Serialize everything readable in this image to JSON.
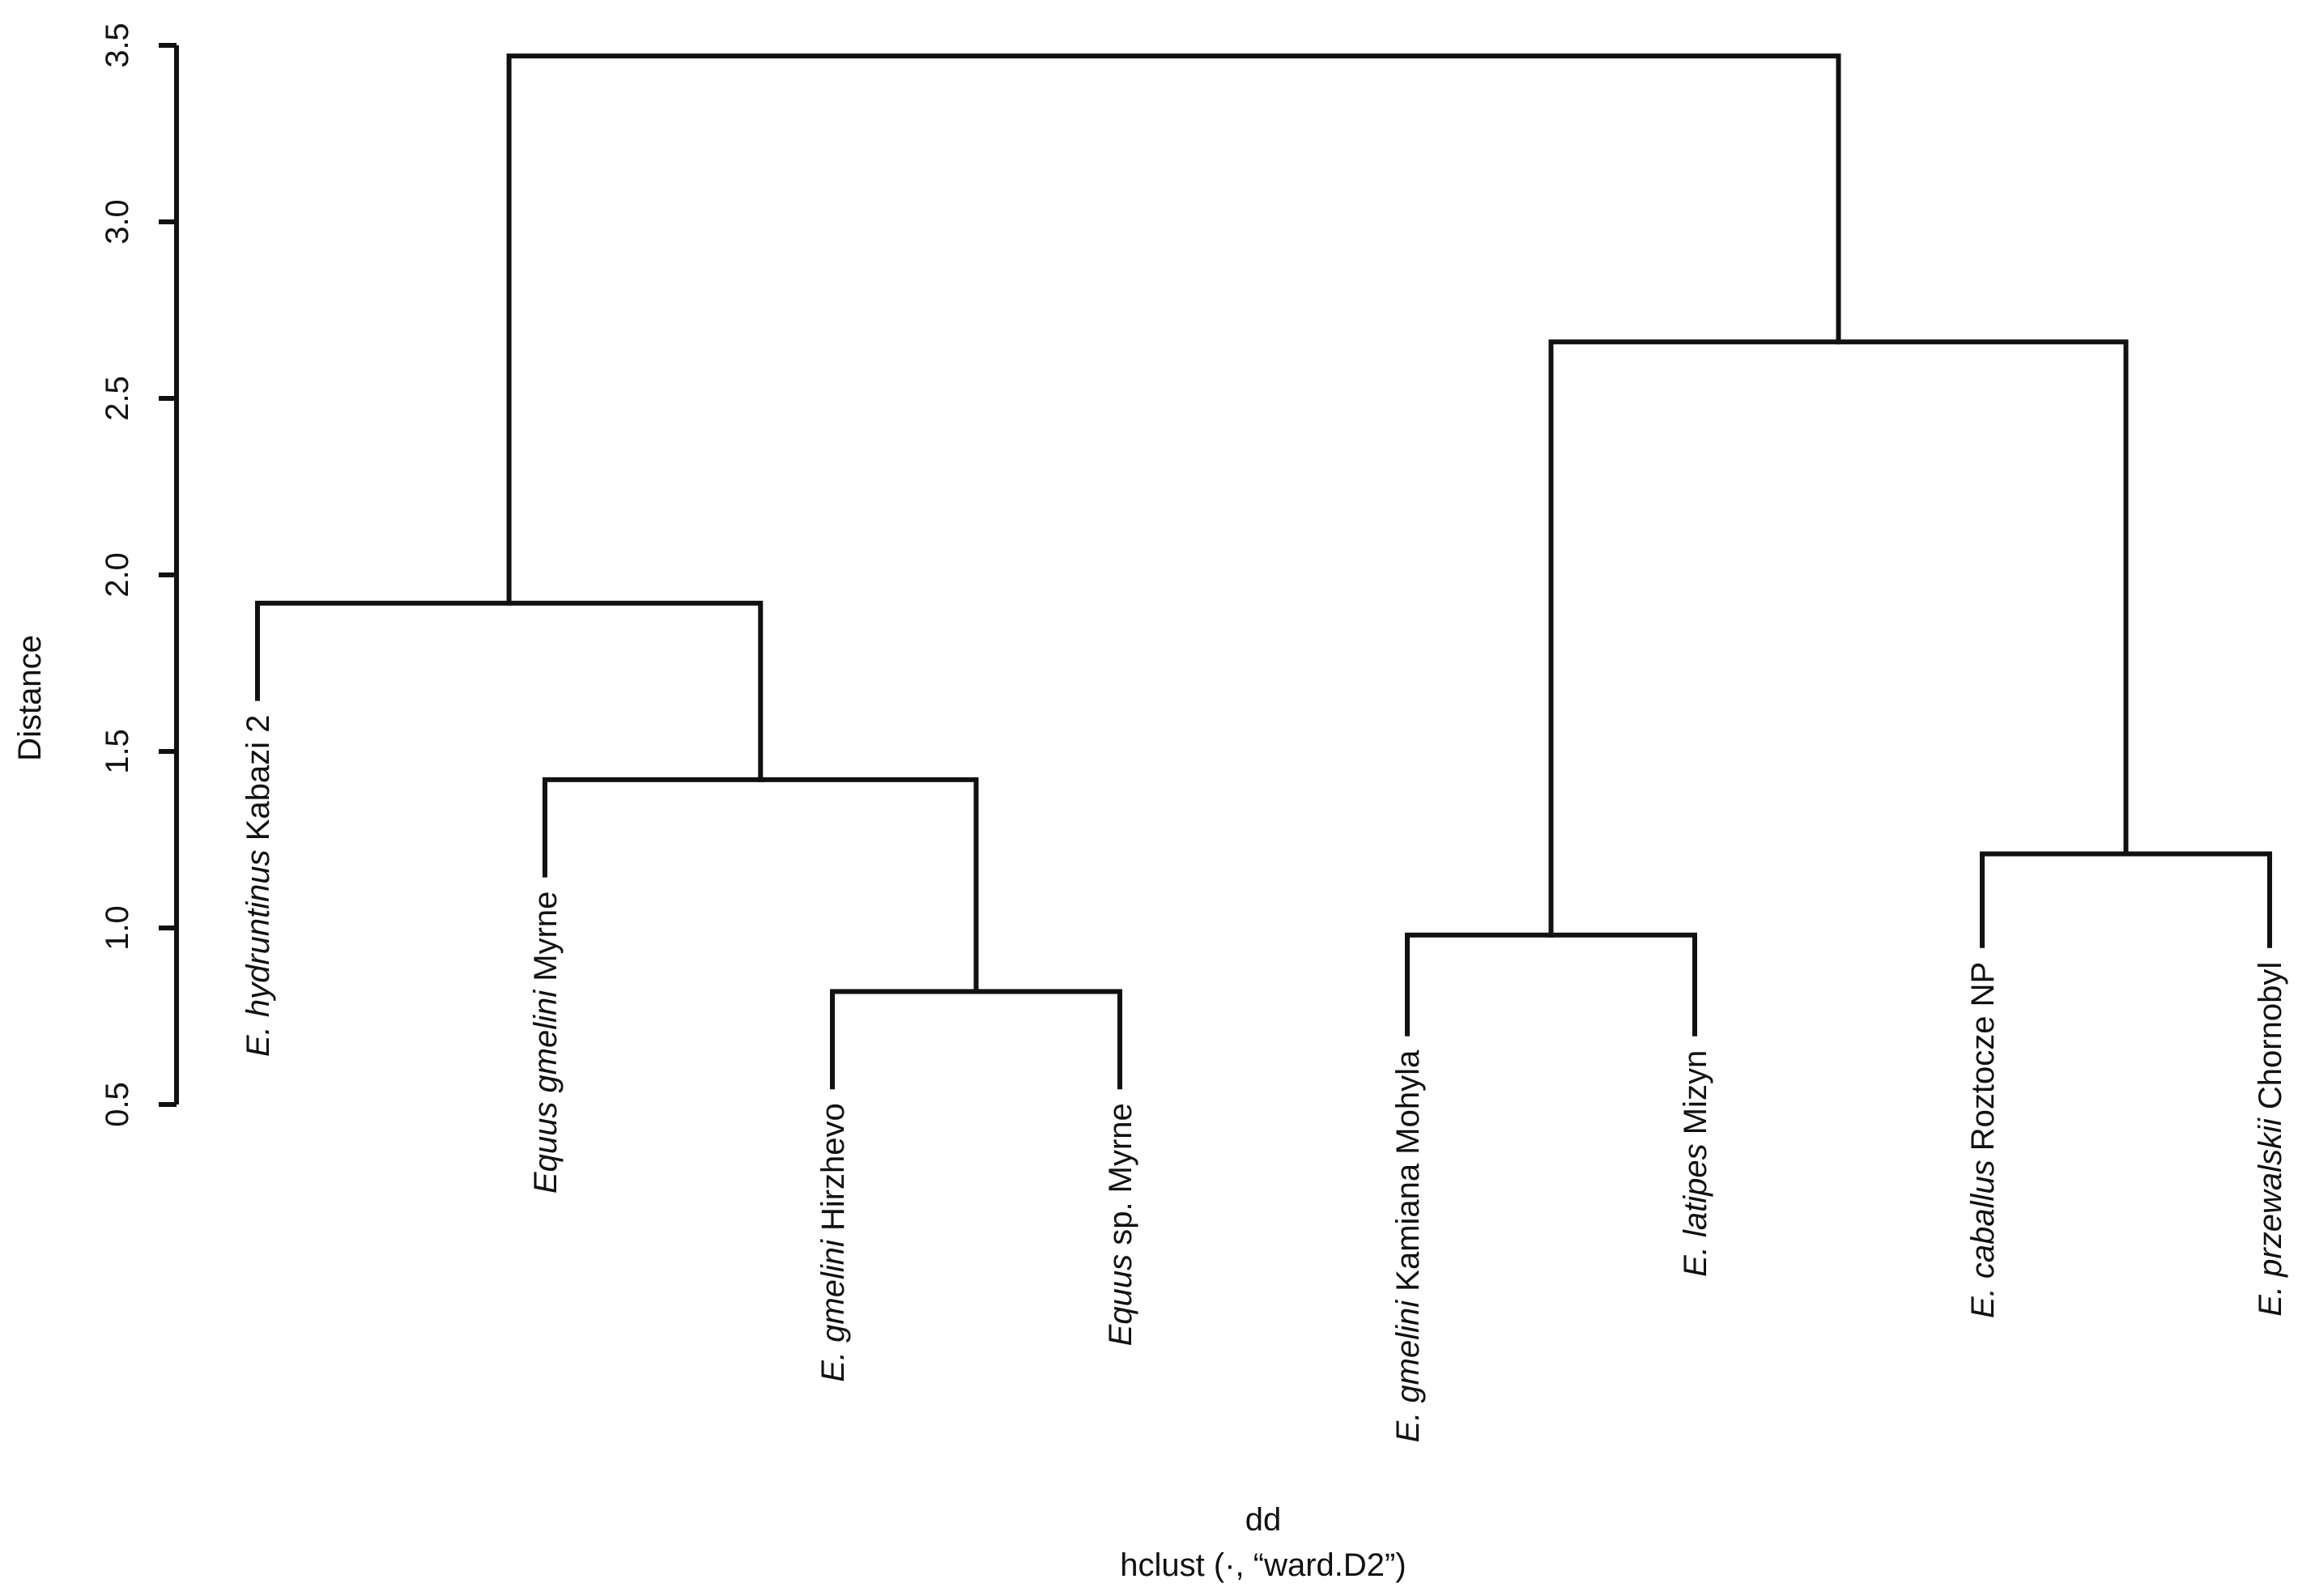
{
  "chart_data": {
    "type": "dendrogram",
    "ylabel": "Distance",
    "xlabel": "dd",
    "subtitle": "hclust (·, “ward.D2”)",
    "ylim": [
      0.5,
      3.5
    ],
    "yticks": [
      "0.5",
      "1.0",
      "1.5",
      "2.0",
      "2.5",
      "3.0",
      "3.5"
    ],
    "leaves": [
      {
        "italic": "E. hydruntinus",
        "rest": " Kabazi 2",
        "tip": 1.65
      },
      {
        "italic": "Equus gmelini",
        "rest": " Myrne",
        "tip": 1.15
      },
      {
        "italic": "E. gmelini",
        "rest": " Hirzhevo",
        "tip": 0.55
      },
      {
        "italic": "Equus",
        "rest": " sp. Myrne",
        "tip": 0.55
      },
      {
        "italic": "E. gmelini",
        "rest": " Kamiana Mohyla",
        "tip": 0.7
      },
      {
        "italic": "E. latipes",
        "rest": " Mizyn",
        "tip": 0.7
      },
      {
        "italic": "E. caballus",
        "rest": " Roztocze NP",
        "tip": 0.95
      },
      {
        "italic": "E. przewalskii",
        "rest": " Chornobyl",
        "tip": 0.95
      }
    ],
    "merges": [
      {
        "id": "m1",
        "left": 2,
        "right": 3,
        "height": 0.82
      },
      {
        "id": "m2",
        "left": 1,
        "right": "m1",
        "height": 1.42
      },
      {
        "id": "m3",
        "left": 0,
        "right": "m2",
        "height": 1.92
      },
      {
        "id": "m4",
        "left": 4,
        "right": 5,
        "height": 0.98
      },
      {
        "id": "m5",
        "left": 6,
        "right": 7,
        "height": 1.21
      },
      {
        "id": "m6",
        "left": "m4",
        "right": "m5",
        "height": 2.66
      },
      {
        "id": "m7",
        "left": "m3",
        "right": "m6",
        "height": 3.47
      }
    ]
  }
}
